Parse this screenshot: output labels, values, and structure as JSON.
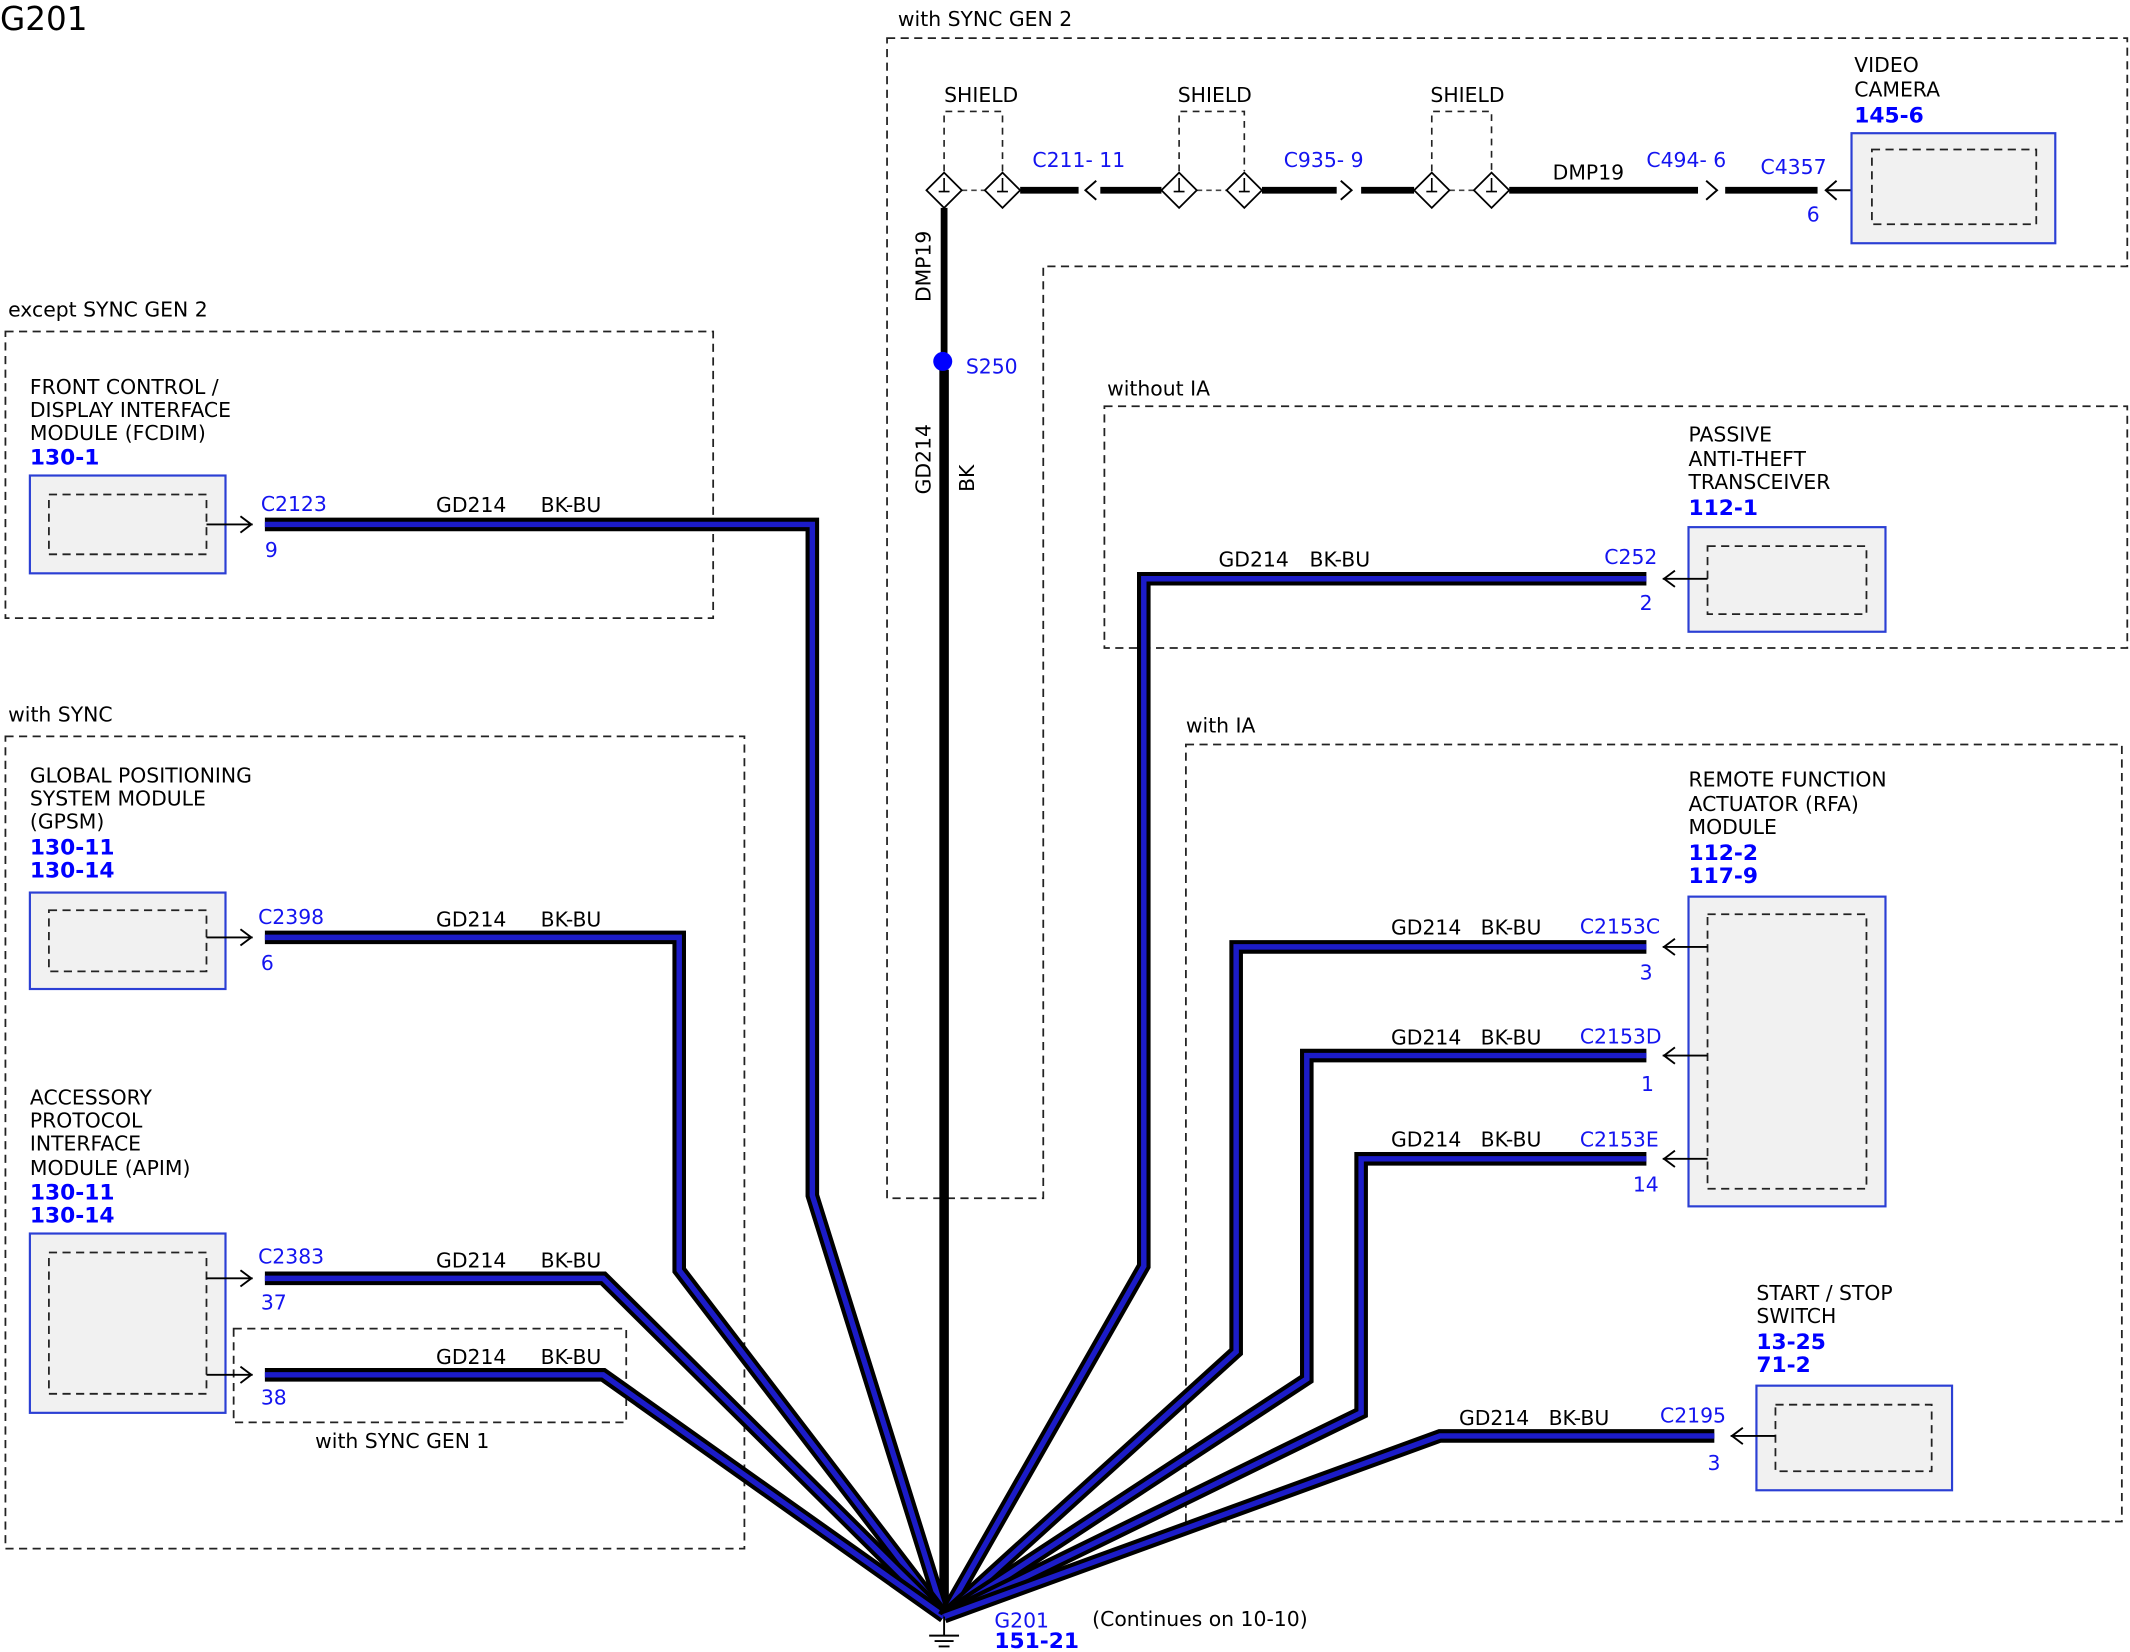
{
  "title": "G201",
  "colors": {
    "ref_text": "#0000ff",
    "connector_text": "#1414f0",
    "wire_core": "#1c1cc8",
    "wire_outline": "#000000",
    "splice": "#0000ff",
    "module_border": "#2b3fd4",
    "module_fill": "#f1f1f1"
  },
  "zones": {
    "sync_gen2": "with SYNC GEN 2",
    "except_sync_gen2": "except SYNC GEN 2",
    "with_sync": "with SYNC",
    "with_sync_gen1": "with SYNC GEN 1",
    "without_ia": "without IA",
    "with_ia": "with IA"
  },
  "camera_circuit": {
    "shield_labels": [
      "SHIELD",
      "SHIELD",
      "SHIELD"
    ],
    "connectors": [
      "C211- 11",
      "C935- 9",
      "C494- 6",
      "C4357"
    ],
    "camera_pin": "6",
    "circuit": "DMP19"
  },
  "trunk": {
    "upper_circuit": "DMP19",
    "splice": "S250",
    "circuit": "GD214",
    "color": "BK"
  },
  "modules": {
    "video_camera": {
      "name": [
        "VIDEO",
        "CAMERA"
      ],
      "refs": [
        "145-6"
      ]
    },
    "fcdim": {
      "name": [
        "FRONT CONTROL /",
        "DISPLAY INTERFACE",
        "MODULE (FCDIM)"
      ],
      "refs": [
        "130-1"
      ]
    },
    "gpsm": {
      "name": [
        "GLOBAL POSITIONING",
        "SYSTEM MODULE",
        "(GPSM)"
      ],
      "refs": [
        "130-11",
        "130-14"
      ]
    },
    "apim": {
      "name": [
        "ACCESSORY",
        "PROTOCOL",
        "INTERFACE",
        "MODULE (APIM)"
      ],
      "refs": [
        "130-11",
        "130-14"
      ]
    },
    "pats": {
      "name": [
        "PASSIVE",
        "ANTI-THEFT",
        "TRANSCEIVER"
      ],
      "refs": [
        "112-1"
      ]
    },
    "rfa": {
      "name": [
        "REMOTE FUNCTION",
        "ACTUATOR (RFA)",
        "MODULE"
      ],
      "refs": [
        "112-2",
        "117-9"
      ]
    },
    "start_stop": {
      "name": [
        "START / STOP",
        "SWITCH"
      ],
      "refs": [
        "13-25",
        "71-2"
      ]
    }
  },
  "wires": [
    {
      "connector": "C2123",
      "pin": "9",
      "circuit": "GD214",
      "color": "BK-BU"
    },
    {
      "connector": "C2398",
      "pin": "6",
      "circuit": "GD214",
      "color": "BK-BU"
    },
    {
      "connector": "C2383",
      "pin": "37",
      "circuit": "GD214",
      "color": "BK-BU"
    },
    {
      "pin": "38",
      "circuit": "GD214",
      "color": "BK-BU"
    },
    {
      "connector": "C252",
      "pin": "2",
      "circuit": "GD214",
      "color": "BK-BU"
    },
    {
      "connector": "C2153C",
      "pin": "3",
      "circuit": "GD214",
      "color": "BK-BU"
    },
    {
      "connector": "C2153D",
      "pin": "1",
      "circuit": "GD214",
      "color": "BK-BU"
    },
    {
      "connector": "C2153E",
      "pin": "14",
      "circuit": "GD214",
      "color": "BK-BU"
    },
    {
      "connector": "C2195",
      "pin": "3",
      "circuit": "GD214",
      "color": "BK-BU"
    }
  ],
  "ground": {
    "id": "G201",
    "ref": "151-21",
    "note": "(Continues on 10-10)"
  }
}
